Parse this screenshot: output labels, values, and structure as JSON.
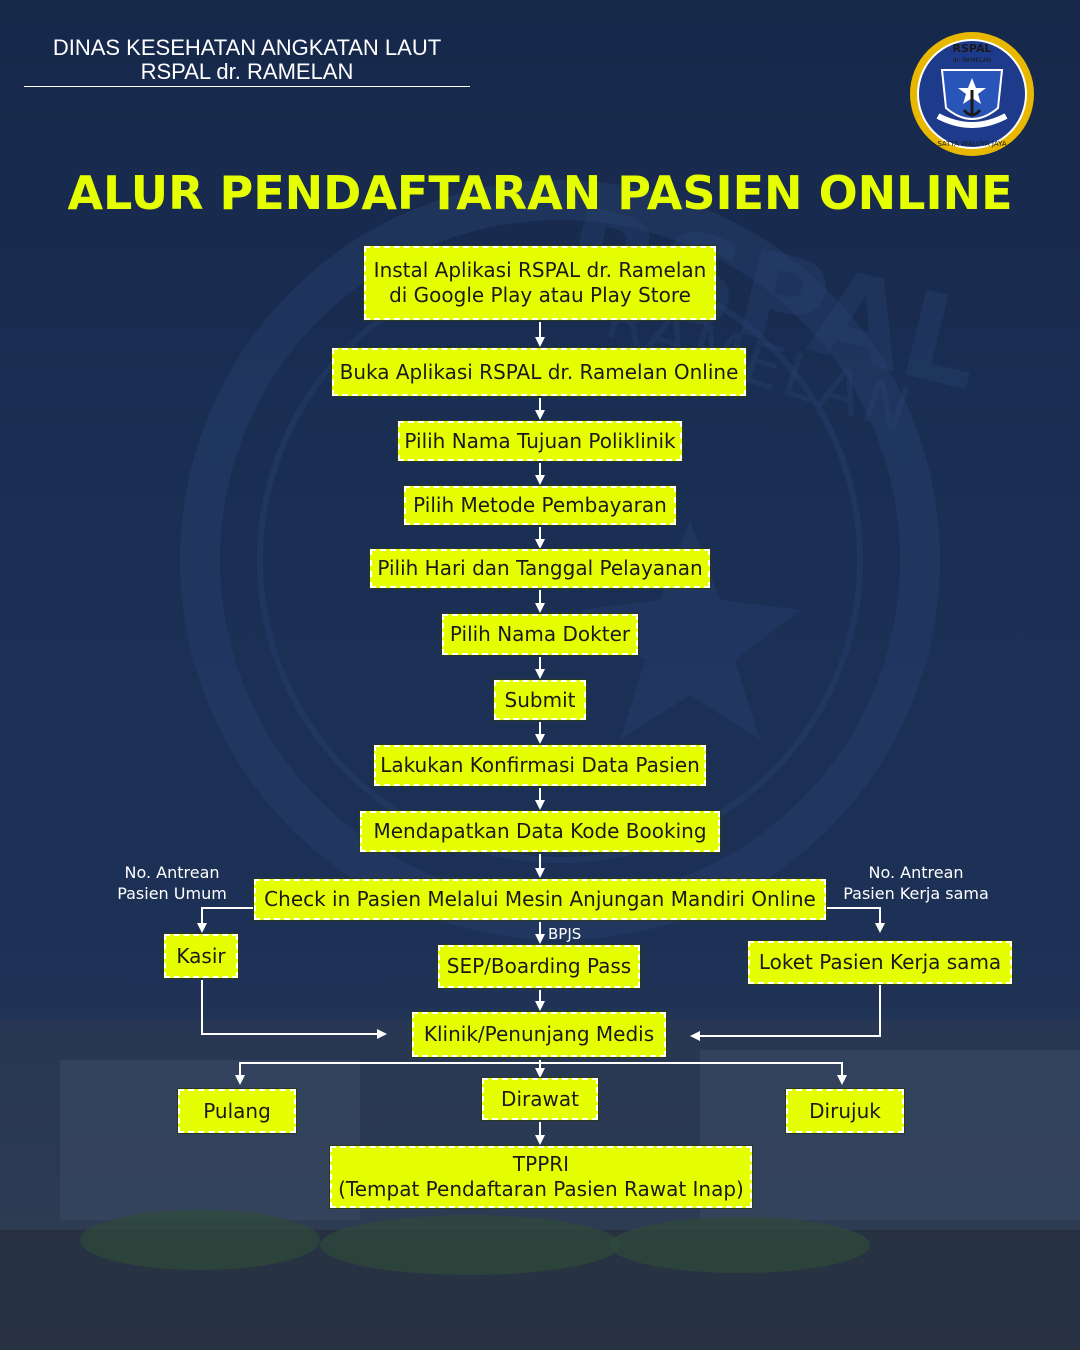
{
  "header": {
    "org_line1": "DINAS KESEHATAN ANGKATAN LAUT",
    "org_line2": "RSPAL dr. RAMELAN",
    "logo_text_top": "RSPAL",
    "logo_text_sub": "dr. RAMELAN",
    "logo_motto": "SATYA WALUYA JAYA"
  },
  "watermark": {
    "text1": "RSPAL",
    "text2": "RAMELAN"
  },
  "title": "ALUR PENDAFTARAN PASIEN ONLINE",
  "steps": {
    "install_line1": "Instal Aplikasi RSPAL dr. Ramelan",
    "install_line2": "di Google Play atau Play Store",
    "open_app": "Buka Aplikasi RSPAL dr. Ramelan Online",
    "choose_clinic": "Pilih Nama Tujuan Poliklinik",
    "choose_payment": "Pilih Metode Pembayaran",
    "choose_date": "Pilih Hari dan Tanggal Pelayanan",
    "choose_doctor": "Pilih Nama Dokter",
    "submit": "Submit",
    "confirm": "Lakukan Konfirmasi Data Pasien",
    "booking_code": "Mendapatkan Data Kode Booking",
    "checkin": "Check in Pasien Melalui Mesin Anjungan Mandiri Online",
    "cashier": "Kasir",
    "sep": "SEP/Boarding Pass",
    "partner_counter": "Loket Pasien Kerja sama",
    "clinic": "Klinik/Penunjang Medis",
    "go_home": "Pulang",
    "treated": "Dirawat",
    "referred": "Dirujuk",
    "tppri_line1": "TPPRI",
    "tppri_line2": "(Tempat Pendaftaran Pasien Rawat Inap)"
  },
  "labels": {
    "general_line1": "No. Antrean",
    "general_line2": "Pasien Umum",
    "partner_line1": "No. Antrean",
    "partner_line2": "Pasien Kerja sama",
    "bpjs": "BPJS"
  },
  "colors": {
    "background": "#1b2f55",
    "box_fill": "#e6ff00",
    "title": "#e6ff00",
    "connector": "#ffffff"
  }
}
